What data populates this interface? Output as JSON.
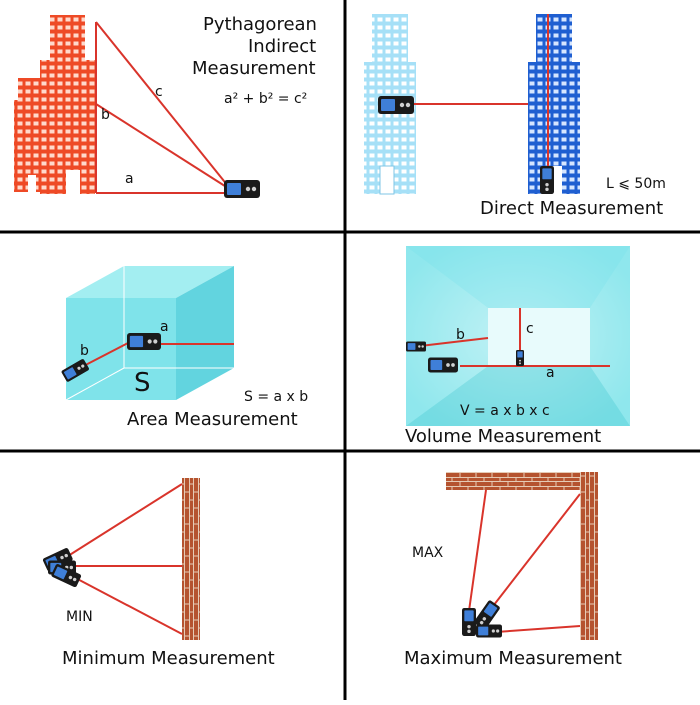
{
  "panels": {
    "pythagorean": {
      "title_line1": "Pythagorean",
      "title_line2": "Indirect",
      "title_line3": "Measurement",
      "formula": "a² + b² = c²",
      "label_a": "a",
      "label_b": "b",
      "label_c": "c"
    },
    "direct": {
      "title": "Direct Measurement",
      "limit": "L ⩽ 50m"
    },
    "area": {
      "title": "Area Measurement",
      "formula": "S = a x b",
      "label_s": "S",
      "label_a": "a",
      "label_b": "b"
    },
    "volume": {
      "title": "Volume Measurement",
      "formula": "V = a x b x c",
      "label_a": "a",
      "label_b": "b",
      "label_c": "c"
    },
    "minimum": {
      "title": "Minimum Measurement",
      "tag": "MIN"
    },
    "maximum": {
      "title": "Maximum Measurement",
      "tag": "MAX"
    }
  },
  "colors": {
    "laser": "#d9342b",
    "building_red": "#ee4a26",
    "building_light_blue": "#a6e0f7",
    "building_dark_blue": "#1f5fd1",
    "cyan_room": "#7fe3ea",
    "brick": "#b5532f",
    "divider": "#000000"
  }
}
